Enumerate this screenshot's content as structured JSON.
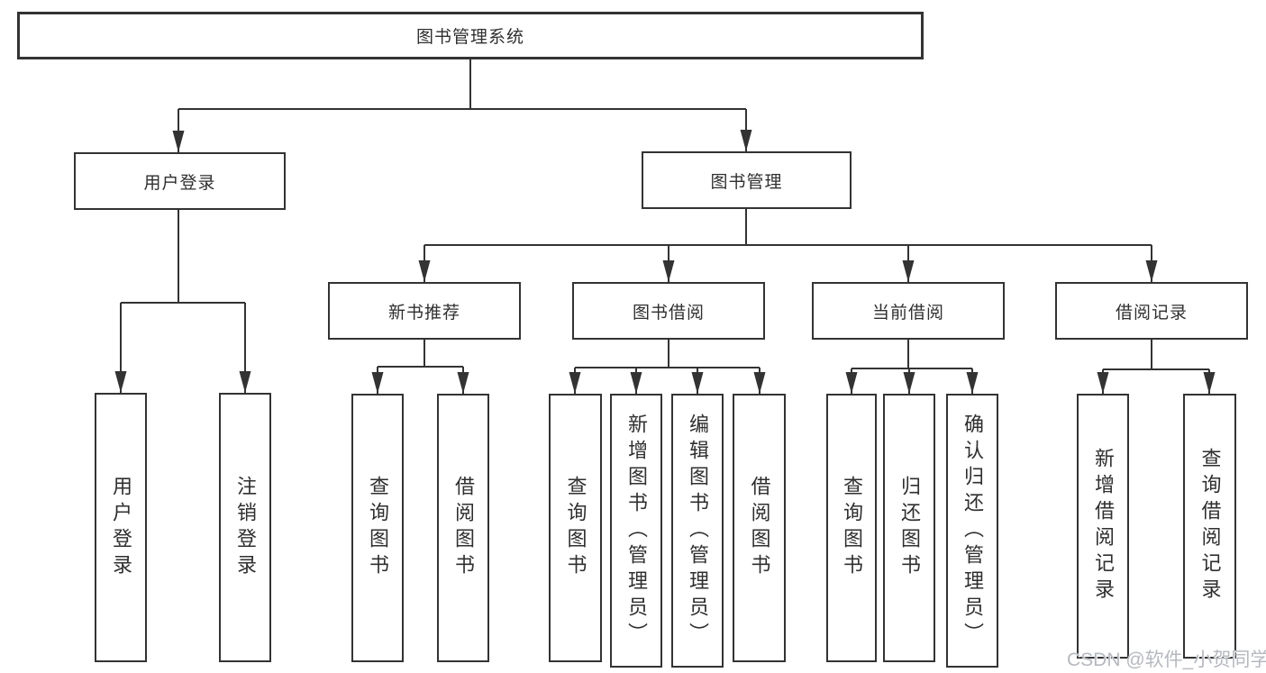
{
  "tree": {
    "root": {
      "label": "图书管理系统"
    },
    "branches": [
      {
        "label": "用户登录",
        "children": [
          {
            "label": "用户登录"
          },
          {
            "label": "注销登录"
          }
        ]
      },
      {
        "label": "图书管理",
        "children": [
          {
            "label": "新书推荐",
            "children": [
              {
                "label": "查询图书"
              },
              {
                "label": "借阅图书"
              }
            ]
          },
          {
            "label": "图书借阅",
            "children": [
              {
                "label": "查询图书"
              },
              {
                "label": "新增图书（管理员）"
              },
              {
                "label": "编辑图书（管理员）"
              },
              {
                "label": "借阅图书"
              }
            ]
          },
          {
            "label": "当前借阅",
            "children": [
              {
                "label": "查询图书"
              },
              {
                "label": "归还图书"
              },
              {
                "label": "确认归还（管理员）"
              }
            ]
          },
          {
            "label": "借阅记录",
            "children": [
              {
                "label": "新增借阅记录"
              },
              {
                "label": "查询借阅记录"
              }
            ]
          }
        ]
      }
    ]
  },
  "watermark": {
    "text": "CSDN @软件_小贺同学"
  },
  "colors": {
    "line": "#333333",
    "box_border": "#333333",
    "text": "#2f2f2f",
    "watermark": "#b5b9bf",
    "background": "#ffffff"
  }
}
